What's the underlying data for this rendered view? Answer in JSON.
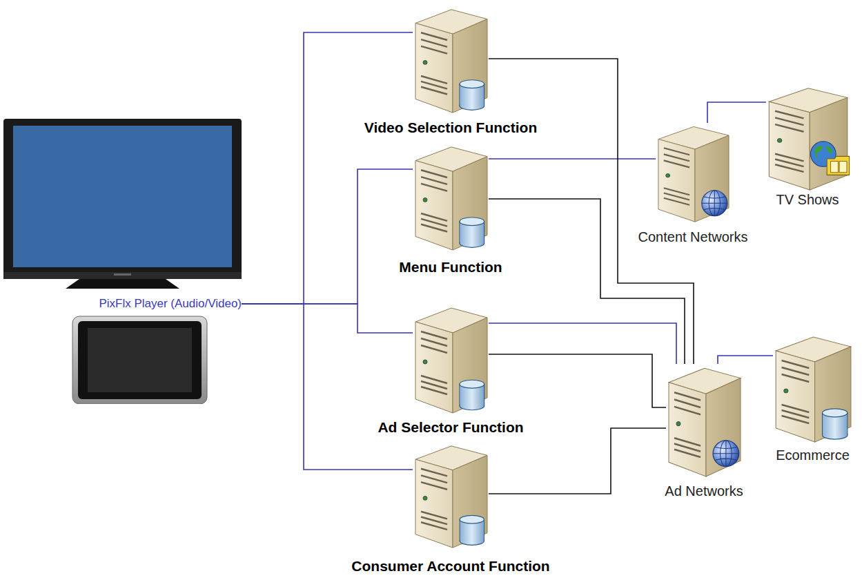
{
  "diagram": {
    "nodes": [
      {
        "text": [
          "PixFlx Player (Audio/Video)"
        ]
      },
      {
        "text": [
          "Video Selection Function"
        ]
      },
      {
        "text": [
          "Menu Function"
        ]
      },
      {
        "text": [
          "Ad Selector Function"
        ]
      },
      {
        "text": [
          "Consumer Account Function"
        ]
      },
      {
        "text": [
          "Content Networks"
        ]
      },
      {
        "text": [
          "TV Shows"
        ]
      },
      {
        "text": [
          "Ad Networks"
        ]
      },
      {
        "text": [
          "Ecommerce"
        ]
      }
    ],
    "edges": [
      {
        "from": 0,
        "to": 1,
        "arrow": "none"
      },
      {
        "from": 0,
        "to": 2,
        "arrow": "none"
      },
      {
        "from": 0,
        "to": 3,
        "arrow": "none"
      },
      {
        "from": 0,
        "to": 4,
        "arrow": "none"
      },
      {
        "from": 2,
        "to": 5,
        "arrow": "none"
      },
      {
        "from": 5,
        "to": 6,
        "arrow": "none"
      },
      {
        "from": 3,
        "to": 7,
        "arrow": "none"
      },
      {
        "from": 7,
        "to": 8,
        "arrow": "none"
      },
      {
        "from": 1,
        "to": 7,
        "arrow": "none"
      },
      {
        "from": 2,
        "to": 7,
        "arrow": "none"
      },
      {
        "from": 3,
        "to": 7,
        "arrow": "none"
      },
      {
        "from": 4,
        "to": 7,
        "arrow": "none"
      }
    ]
  }
}
